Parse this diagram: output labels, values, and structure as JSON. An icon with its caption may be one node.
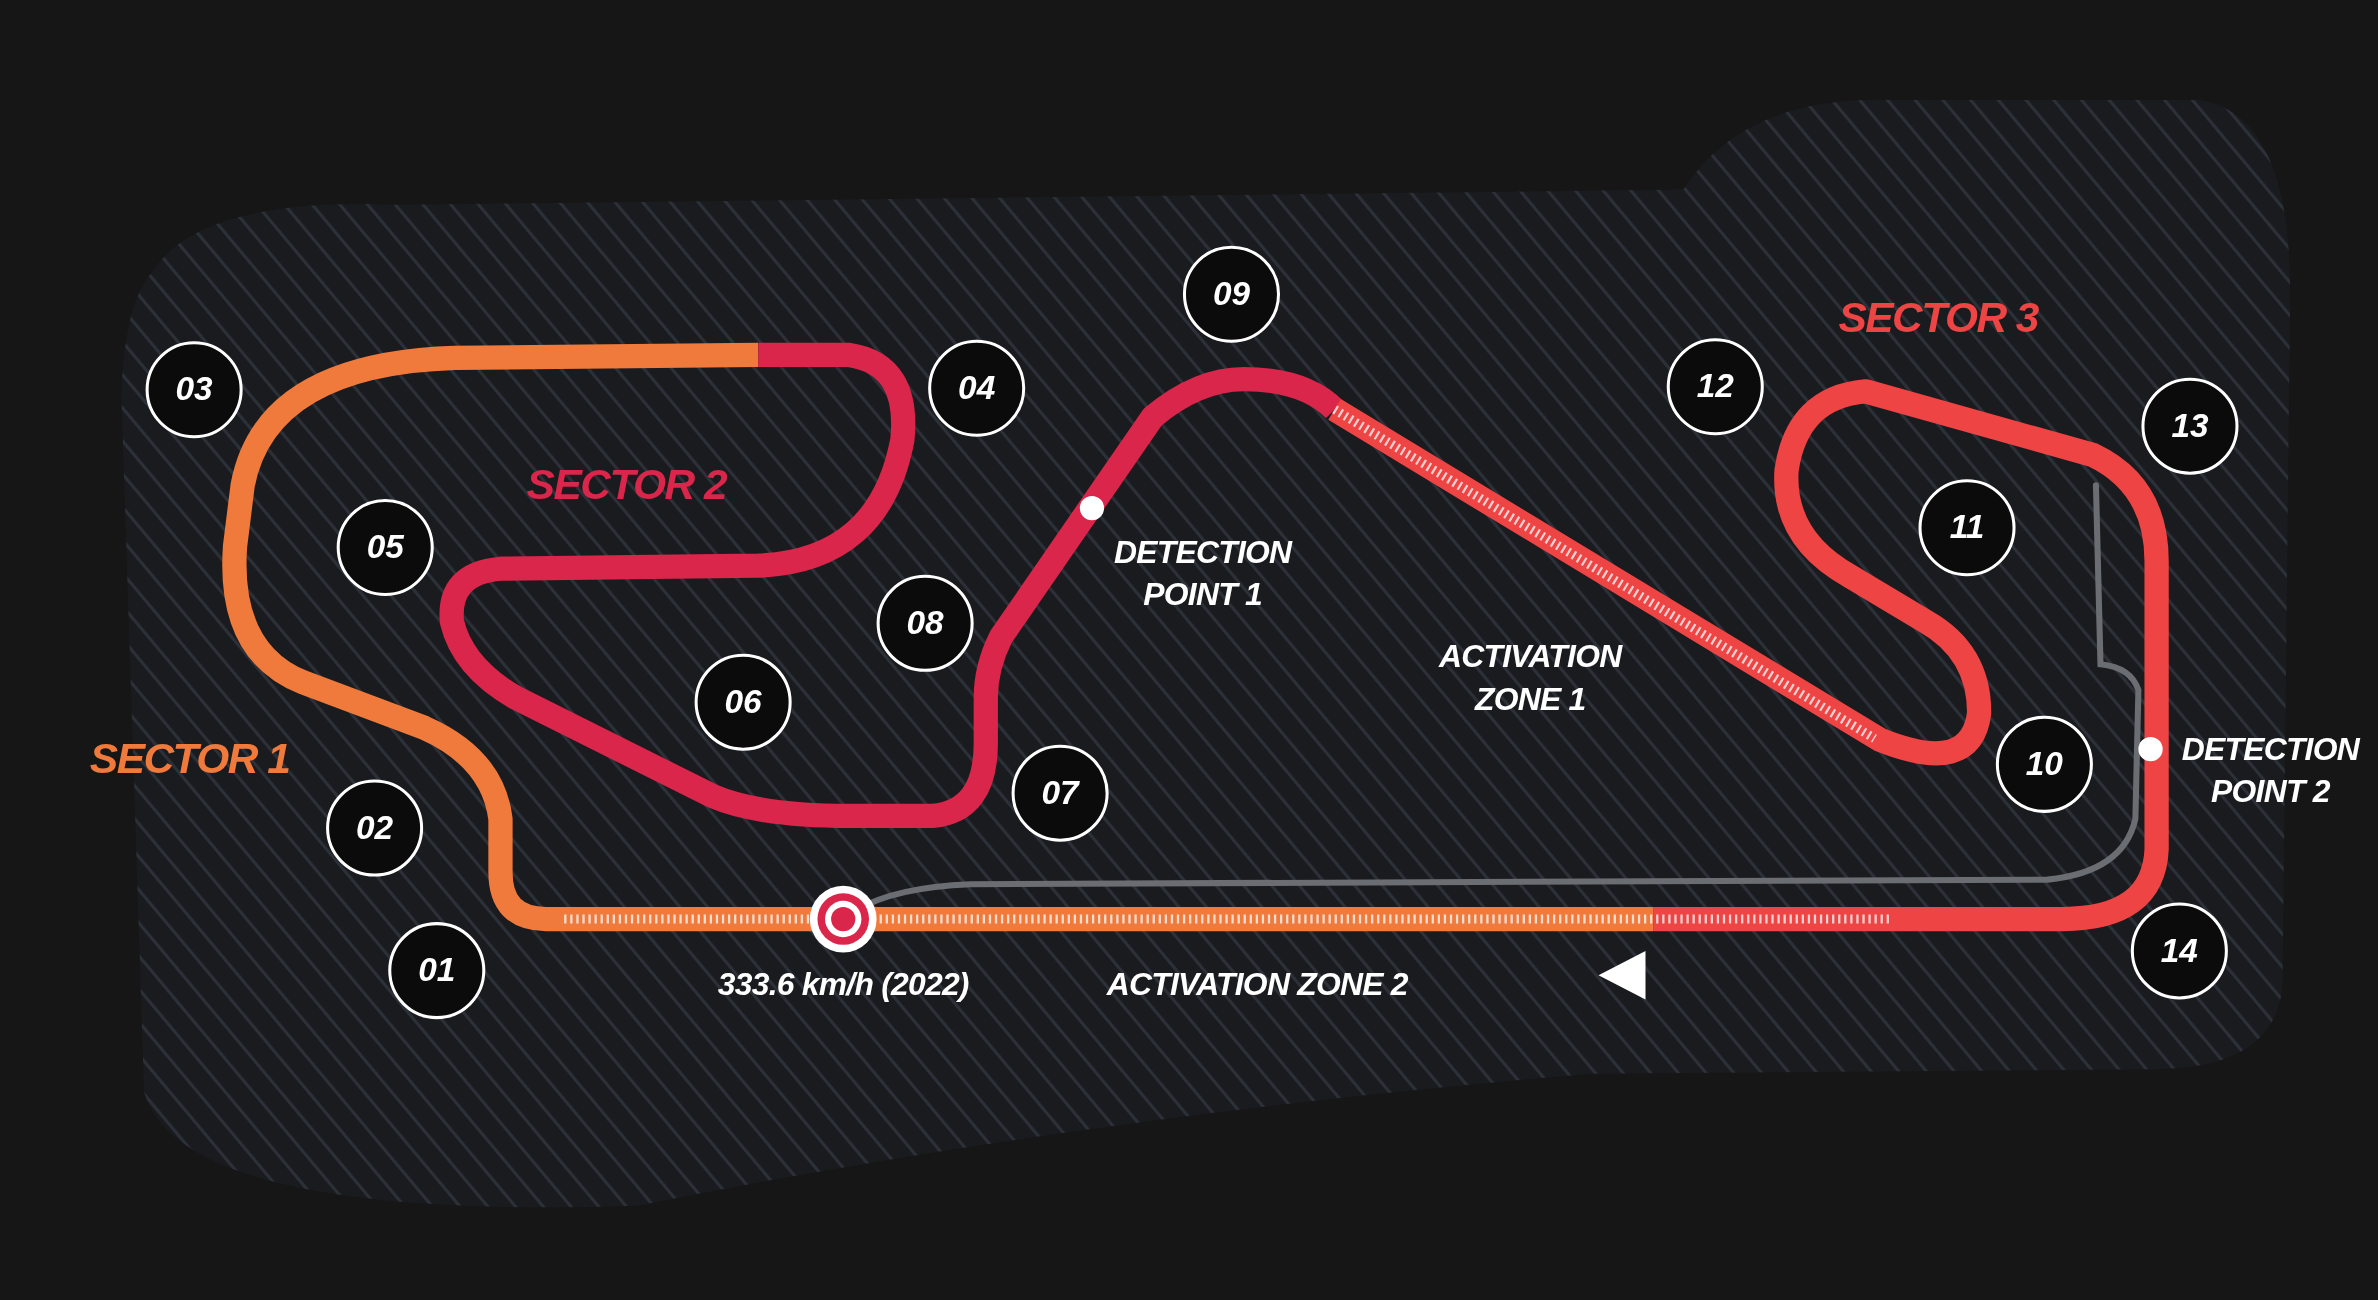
{
  "diagram": {
    "nodes": [
      {
        "text": [
          "01"
        ]
      },
      {
        "text": [
          "02"
        ]
      },
      {
        "text": [
          "03"
        ]
      },
      {
        "text": [
          "04"
        ]
      },
      {
        "text": [
          "05"
        ]
      },
      {
        "text": [
          "06"
        ]
      },
      {
        "text": [
          "07"
        ]
      },
      {
        "text": [
          "08"
        ]
      },
      {
        "text": [
          "09"
        ]
      },
      {
        "text": [
          "10"
        ]
      },
      {
        "text": [
          "11"
        ]
      },
      {
        "text": [
          "12"
        ]
      },
      {
        "text": [
          "13"
        ]
      },
      {
        "text": [
          "14"
        ]
      }
    ],
    "labels": [
      "SECTOR 3",
      "SECTOR 2",
      "DETECTION POINT 1",
      "ACTIVATION ZONE 1",
      "SECTOR 1",
      "DETECTION POINT 2",
      "333.6 km/h (2022)",
      "ACTIVATION ZONE 2"
    ]
  }
}
